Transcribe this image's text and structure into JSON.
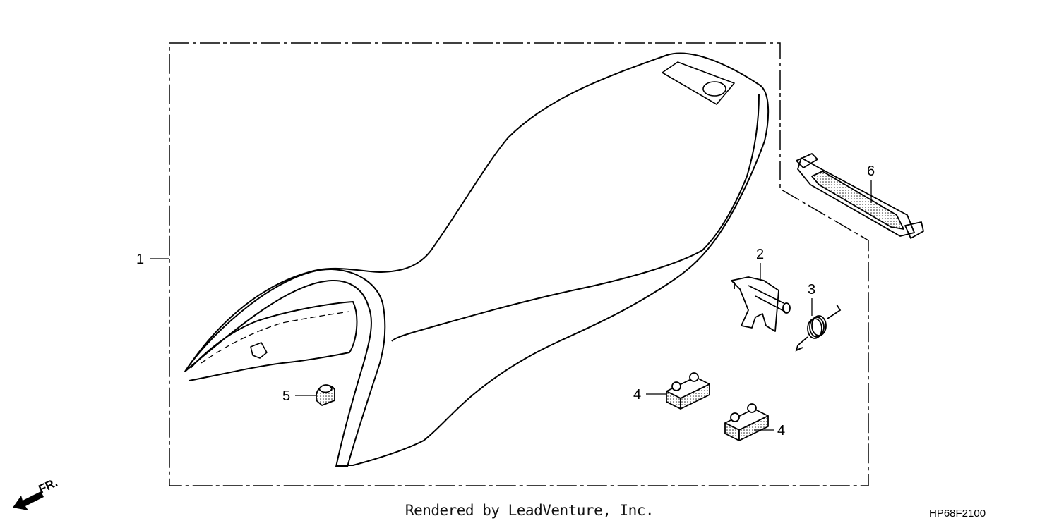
{
  "diagram": {
    "callouts": {
      "c1": "1",
      "c2": "2",
      "c3": "3",
      "c4a": "4",
      "c4b": "4",
      "c5": "5",
      "c6": "6"
    },
    "direction_label": "FR.",
    "direction_icon": "front-arrow-icon"
  },
  "footer": {
    "credit": "Rendered by LeadVenture, Inc.",
    "code": "HP68F2100"
  }
}
